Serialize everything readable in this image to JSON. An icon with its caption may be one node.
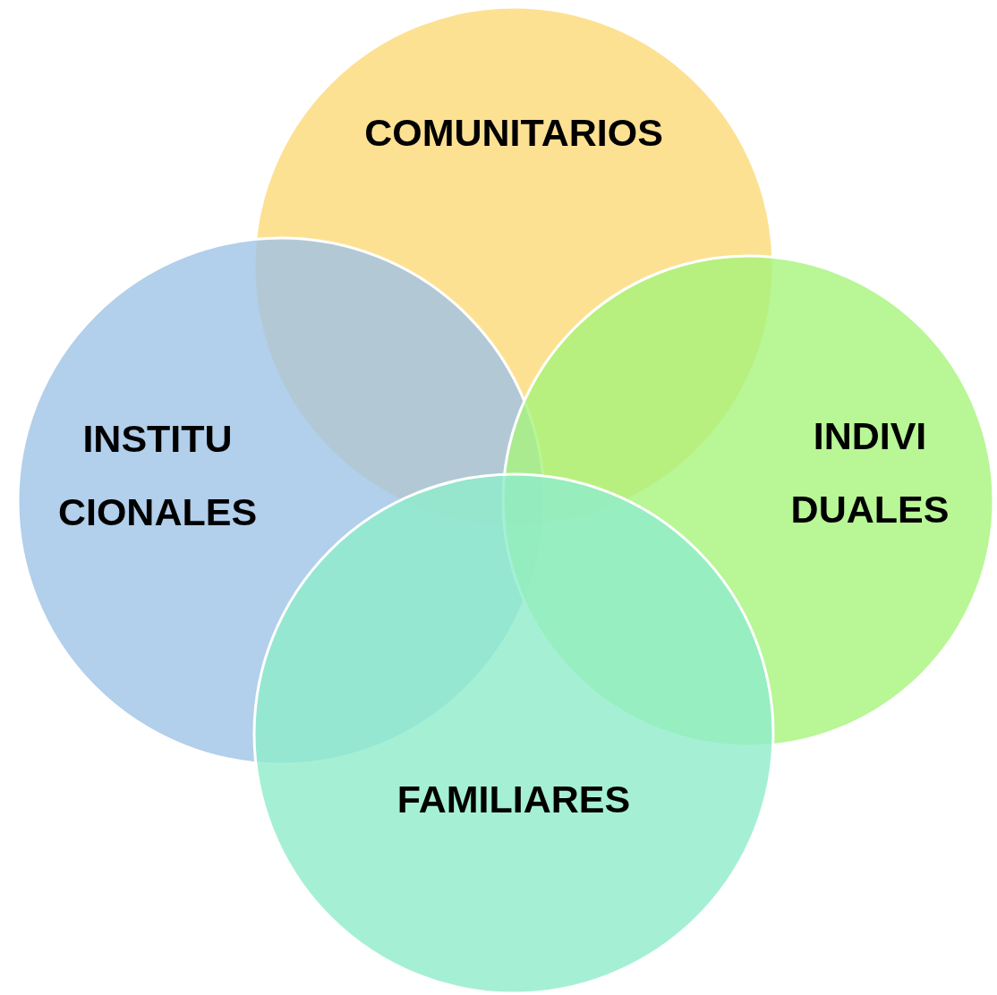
{
  "diagram": {
    "nodes": [
      {
        "text": [
          "COMUNITARIOS"
        ]
      },
      {
        "text": [
          "INSTITU CIONALES"
        ]
      },
      {
        "text": [
          "INDIVI DUALES"
        ]
      },
      {
        "text": [
          "FAMILIARES"
        ]
      }
    ]
  }
}
